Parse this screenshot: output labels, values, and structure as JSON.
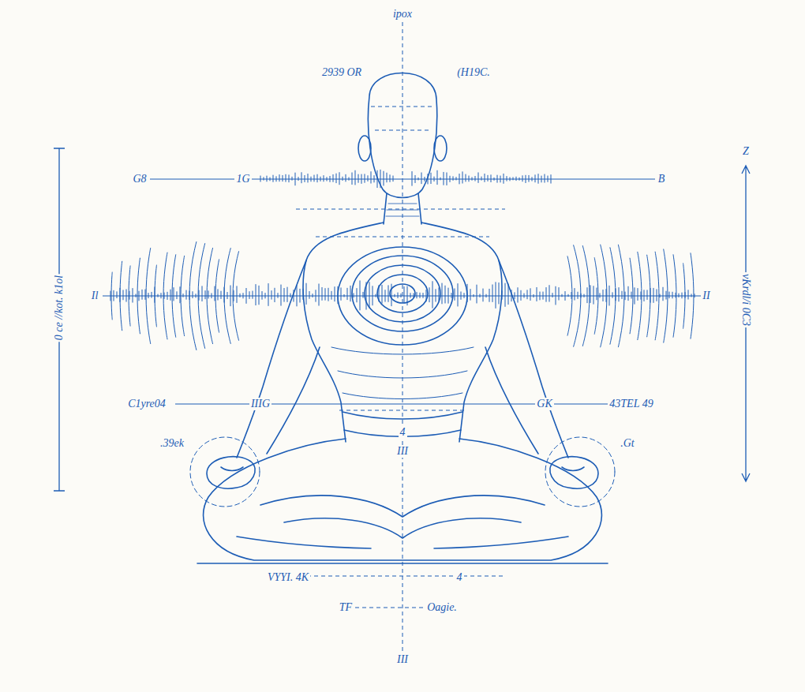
{
  "diagram": {
    "labels": [
      "ipox",
      "2939 OR",
      "(H19C.",
      "G8",
      "1G",
      "B",
      "Z",
      "0 ce //kot. k1ol",
      "vKrdl/i 0C3",
      "Il",
      "II",
      "C1yre04",
      "IIIG",
      "GK",
      "43TEL 49",
      ".39ek",
      ".Gt",
      "4",
      "III",
      "VYYI. 4K",
      "4",
      "TF",
      "Oagie.",
      "III"
    ]
  }
}
